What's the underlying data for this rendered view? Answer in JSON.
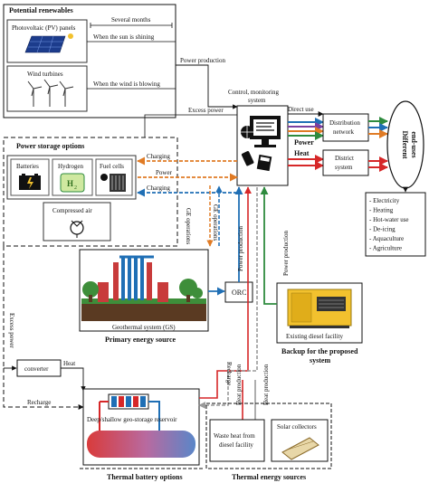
{
  "renewables": {
    "title": "Potential renewables",
    "pv": "Photovoltaic (PV) panels",
    "wind": "Wind turbines",
    "several_months": "Several months",
    "sun_shining": "When the sun is shining",
    "wind_blowing": "When the wind is blowing",
    "power_production": "Power production"
  },
  "control": {
    "title_line1": "Control, monitoring",
    "title_line2": "system"
  },
  "storage": {
    "title": "Power storage options",
    "batteries": "Batteries",
    "hydrogen": "Hydrogen",
    "h2": "H",
    "fuel_cells": "Fuel cells",
    "compressed_air": "Compressed air",
    "charging": "Charging",
    "power": "Power"
  },
  "flows": {
    "excess_power": "Excess power",
    "direct_use": "Direct use",
    "power": "Power",
    "heat": "Heat",
    "ge_operations": "GE operations",
    "ge_operations_b": "GE operations",
    "power_production_a": "Power production",
    "power_production_b": "Power production",
    "recharge": "Recharge",
    "heat_production_a": "Heat production",
    "heat_production_b": "Heat production",
    "excess_power_left": "Excess power",
    "recharge_left": "Recharge",
    "heat_small": "Heat"
  },
  "distribution": {
    "network_line1": "Distribution",
    "network_line2": "network",
    "district_line1": "District",
    "district_line2": "system"
  },
  "end_uses": {
    "title_line1": "Different",
    "title_line2": "end-uses",
    "items": [
      "- Electricity",
      "- Heating",
      "- Hot-water use",
      "- De-icing",
      "- Aquaculture",
      "- Agriculture"
    ]
  },
  "geothermal": {
    "label": "Geothermal system (GS)",
    "caption": "Primary energy source"
  },
  "orc": "ORC",
  "diesel": {
    "label": "Existing diesel facility",
    "caption_line1": "Backup for the proposed",
    "caption_line2": "system"
  },
  "converter": "converter",
  "thermal_battery": {
    "reservoir": "Deep/shallow geo-storage reservoir",
    "caption": "Thermal battery options"
  },
  "thermal_sources": {
    "waste_line1": "Waste heat from",
    "waste_line2": "diesel facility",
    "solar": "Solar collectors",
    "caption": "Thermal energy sources"
  },
  "colors": {
    "power": "#2e8b3e",
    "heat": "#d62728",
    "blue": "#1f6fb5",
    "orange": "#e07b25",
    "teal": "#2aa198",
    "purple": "#7b3fa0",
    "grey": "#9a9a9a"
  }
}
